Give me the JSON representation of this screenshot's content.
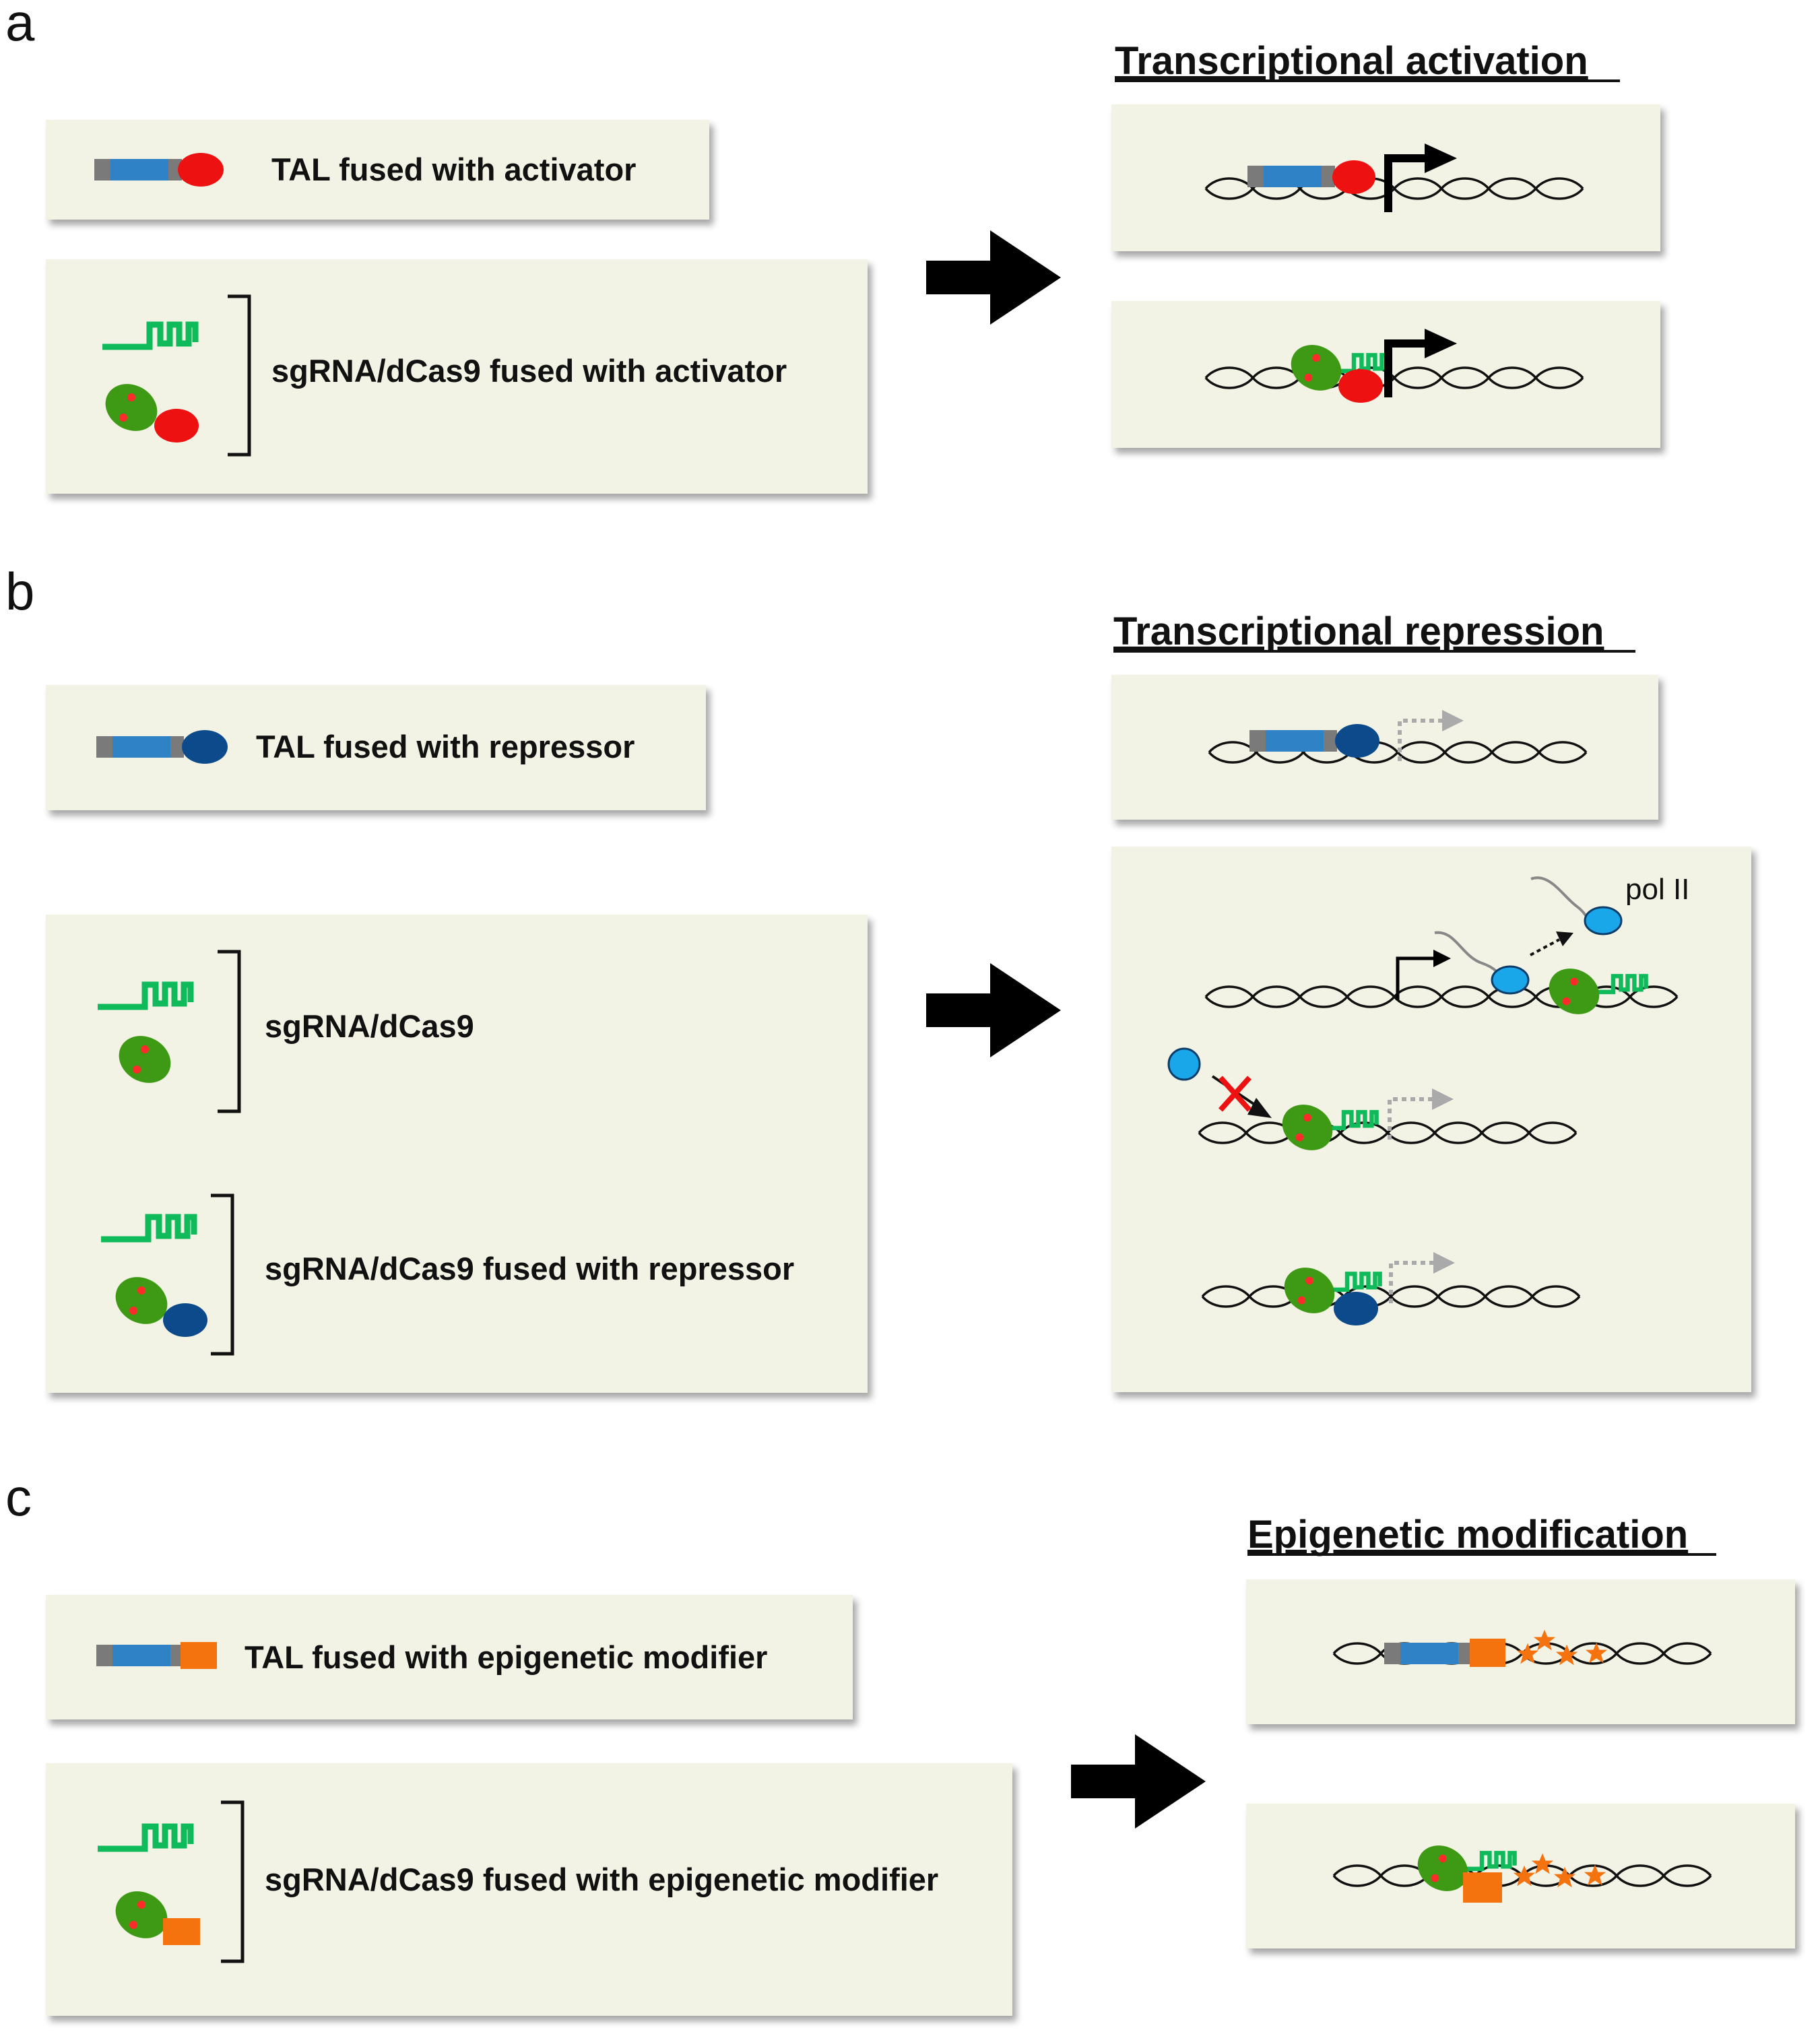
{
  "panels": {
    "a": {
      "letter": "a",
      "heading": "Transcriptional activation",
      "legend": [
        "TAL fused with activator",
        "sgRNA/dCas9 fused with activator"
      ]
    },
    "b": {
      "letter": "b",
      "heading": "Transcriptional repression",
      "legend": [
        "TAL fused with repressor",
        "sgRNA/dCas9",
        "sgRNA/dCas9 fused with repressor"
      ],
      "pol_label": "pol II"
    },
    "c": {
      "letter": "c",
      "heading": "Epigenetic modification",
      "legend": [
        "TAL fused with epigenetic modifier",
        "sgRNA/dCas9 fused with epigenetic modifier"
      ]
    }
  },
  "colors": {
    "box_fill": "#f3f3e5",
    "tal_gray": "#7a7a7a",
    "tal_blue": "#2f82c6",
    "activator_red": "#ee1111",
    "repressor_navy": "#0d4a8c",
    "modifier_orange": "#f5730f",
    "dcas9_green": "#3e9a15",
    "sgrna_green": "#0fba5a",
    "pol2_blue": "#1aa7e9",
    "dot_red": "#ff2a2a"
  },
  "icons": [
    "arrow-right-icon",
    "tss-arrow-icon",
    "blocked-tss-icon",
    "dna-helix-icon",
    "methylation-star-icon",
    "cross-mark-icon"
  ]
}
